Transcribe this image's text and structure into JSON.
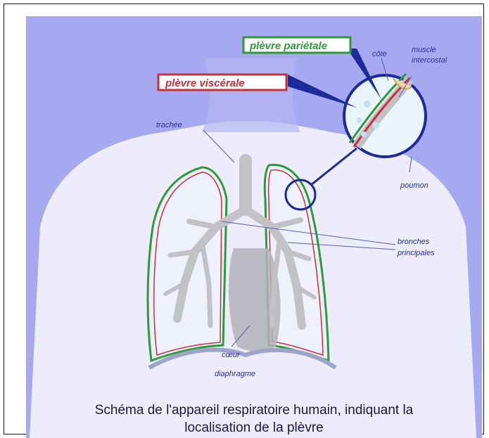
{
  "caption": {
    "line1": "Schéma de l'appareil respiratoire humain, indiquant la",
    "line2": "localisation de la plèvre"
  },
  "labels": {
    "plevre_parietale": "plèvre pariétale",
    "plevre_viscerale": "plèvre viscérale",
    "cote": "côte",
    "muscle_line1": "muscle",
    "muscle_line2": "intercostal",
    "trachee": "trachée",
    "poumon": "poumon",
    "bronches_line1": "bronches",
    "bronches_line2": "principales",
    "coeur": "cœur",
    "diaphragme": "diaphragme"
  },
  "colors": {
    "background": "#a7a9f0",
    "body": "#f2f2fb",
    "airway": "#c2c2c6",
    "parietal": "#2e9a3a",
    "visceral": "#c8303a",
    "callout": "#1c2a9a",
    "label": "#2b2f9a"
  }
}
